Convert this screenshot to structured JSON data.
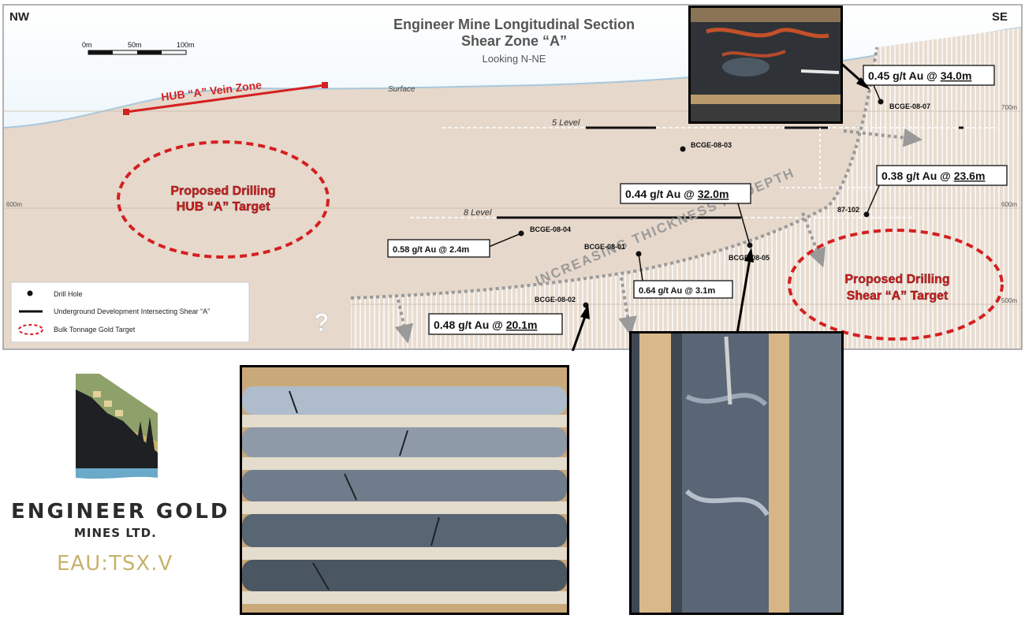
{
  "orientation": {
    "left": "NW",
    "right": "SE"
  },
  "title": {
    "line1": "Engineer Mine Longitudinal Section",
    "line2": "Shear Zone “A”",
    "subtitle": "Looking N-NE"
  },
  "scale_bar": {
    "labels": [
      "0m",
      "50m",
      "100m"
    ]
  },
  "surface_label": "Surface",
  "vein_zone_label": "HUB “A” Vein Zone",
  "levels": {
    "level5": "5 Level",
    "level8": "8 Level"
  },
  "elevations": {
    "e700_right": "700m",
    "e600_left": "600m",
    "e600_right": "600m",
    "e500_right": "500m"
  },
  "drill_holes": {
    "bcge0807": "BCGE-08-07",
    "bcge0803": "BCGE-08-03",
    "bcge0804": "BCGE-08-04",
    "bcge0801": "BCGE-08-01",
    "bcge0805": "BCGE-08-05",
    "bcge0802": "BCGE-08-02",
    "h87102": "87-102"
  },
  "assays": {
    "a0807": {
      "prefix": "0.45 g/t Au @ ",
      "length": "34.0m"
    },
    "a0805": {
      "prefix": "0.44 g/t Au @ ",
      "length": "32.0m"
    },
    "a87102": {
      "prefix": "0.38 g/t Au @ ",
      "length": "23.6m"
    },
    "a0804": {
      "text": "0.58 g/t Au @ 2.4m"
    },
    "a0801": {
      "text": "0.64 g/t Au @ 3.1m"
    },
    "a0802": {
      "prefix": "0.48 g/t Au @ ",
      "length": "20.1m"
    }
  },
  "targets": {
    "hub": {
      "line1": "Proposed Drilling",
      "line2": "HUB “A” Target"
    },
    "shear": {
      "line1": "Proposed Drilling",
      "line2": "Shear “A” Target"
    }
  },
  "trend_label": "INCREASING THICKNESS AT DEPTH",
  "unknown_mark": "?",
  "legend": {
    "drill_hole": "Drill Hole",
    "development": "Underground Development Intersecting Shear “A”",
    "target": "Bulk Tonnage Gold Target"
  },
  "logo": {
    "name": "ENGINEER GOLD",
    "sub": "MINES LTD.",
    "ticker": "EAU:TSX.V"
  },
  "colors": {
    "target_red": "#d42020",
    "ground": "#e6d8cb",
    "sky": "#dff0fa",
    "gold": "#c6b36a"
  }
}
